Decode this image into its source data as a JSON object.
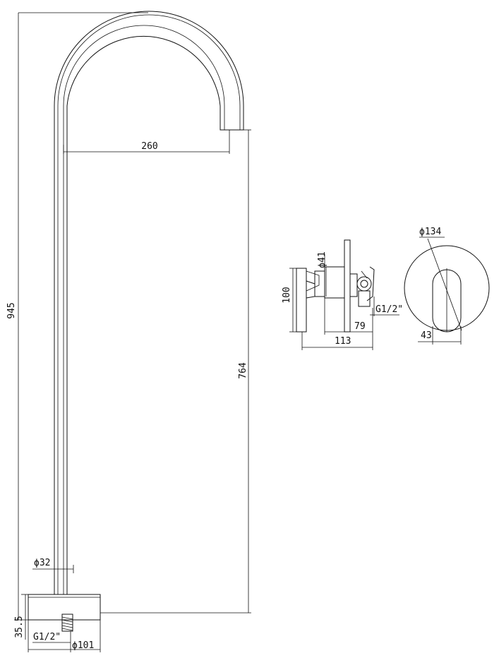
{
  "labels": {
    "spout_reach": "260",
    "total_height": "945",
    "spout_height": "764",
    "pipe_diameter": "ϕ32",
    "base_height": "35.5",
    "base_thread": "G1/2\"",
    "base_diameter": "ϕ101",
    "valve_body_diameter": "ϕ41",
    "valve_height": "100",
    "valve_inlet_thread": "G1/2\"",
    "valve_depth_79": "79",
    "valve_depth_113": "113",
    "plate_diameter": "ϕ134",
    "handle_width": "43"
  }
}
